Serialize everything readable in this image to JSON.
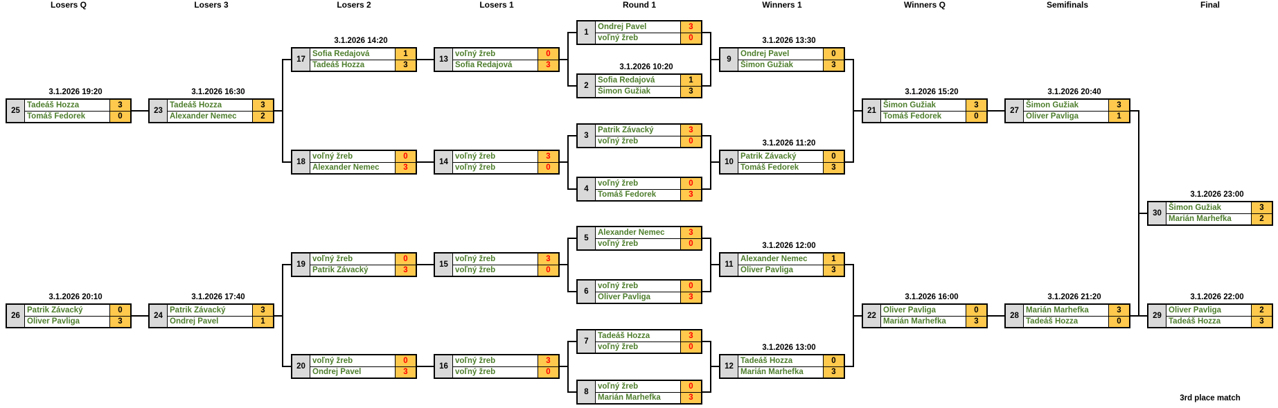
{
  "columns": [
    "Losers Q",
    "Losers 3",
    "Losers 2",
    "Losers 1",
    "Round 1",
    "Winners 1",
    "Winners Q",
    "Semifinals",
    "Final"
  ],
  "footer": {
    "third_place_label": "3rd place match"
  },
  "colors": {
    "player_name": "#4e7e2d",
    "score_background": "#ffc94d",
    "walkover_score": "#ff0000",
    "score_text": "#000000",
    "number_cell": "#d9d9d9",
    "border": "#000000"
  },
  "matches": [
    {
      "id": 1,
      "col": 4,
      "slot": 0,
      "date": "",
      "walkover": true,
      "players": [
        {
          "name": "Ondrej Pavel",
          "score": "3"
        },
        {
          "name": "voľný žreb",
          "score": "0"
        }
      ]
    },
    {
      "id": 2,
      "col": 4,
      "slot": 1,
      "date": "3.1.2026 10:20",
      "walkover": false,
      "players": [
        {
          "name": "Sofia Redajová",
          "score": "1"
        },
        {
          "name": "Šimon Gužiak",
          "score": "3"
        }
      ]
    },
    {
      "id": 3,
      "col": 4,
      "slot": 2,
      "date": "",
      "walkover": true,
      "players": [
        {
          "name": "Patrik Závacký",
          "score": "3"
        },
        {
          "name": "voľný žreb",
          "score": "0"
        }
      ]
    },
    {
      "id": 4,
      "col": 4,
      "slot": 3,
      "date": "",
      "walkover": true,
      "players": [
        {
          "name": "voľný žreb",
          "score": "0"
        },
        {
          "name": "Tomáš Fedorek",
          "score": "3"
        }
      ]
    },
    {
      "id": 5,
      "col": 4,
      "slot": 4,
      "date": "",
      "walkover": true,
      "players": [
        {
          "name": "Alexander Nemec",
          "score": "3"
        },
        {
          "name": "voľný žreb",
          "score": "0"
        }
      ]
    },
    {
      "id": 6,
      "col": 4,
      "slot": 5,
      "date": "",
      "walkover": true,
      "players": [
        {
          "name": "voľný žreb",
          "score": "0"
        },
        {
          "name": "Oliver Pavliga",
          "score": "3"
        }
      ]
    },
    {
      "id": 7,
      "col": 4,
      "slot": 6,
      "date": "",
      "walkover": true,
      "players": [
        {
          "name": "Tadeáš Hozza",
          "score": "3"
        },
        {
          "name": "voľný žreb",
          "score": "0"
        }
      ]
    },
    {
      "id": 8,
      "col": 4,
      "slot": 7,
      "date": "",
      "walkover": true,
      "players": [
        {
          "name": "voľný žreb",
          "score": "0"
        },
        {
          "name": "Marián Marhefka",
          "score": "3"
        }
      ]
    },
    {
      "id": 9,
      "col": 5,
      "slot": 0,
      "date": "3.1.2026 13:30",
      "walkover": false,
      "players": [
        {
          "name": "Ondrej Pavel",
          "score": "0"
        },
        {
          "name": "Šimon Gužiak",
          "score": "3"
        }
      ]
    },
    {
      "id": 10,
      "col": 5,
      "slot": 1,
      "date": "3.1.2026 11:20",
      "walkover": false,
      "players": [
        {
          "name": "Patrik Závacký",
          "score": "0"
        },
        {
          "name": "Tomáš Fedorek",
          "score": "3"
        }
      ]
    },
    {
      "id": 11,
      "col": 5,
      "slot": 2,
      "date": "3.1.2026 12:00",
      "walkover": false,
      "players": [
        {
          "name": "Alexander Nemec",
          "score": "1"
        },
        {
          "name": "Oliver Pavliga",
          "score": "3"
        }
      ]
    },
    {
      "id": 12,
      "col": 5,
      "slot": 3,
      "date": "3.1.2026 13:00",
      "walkover": false,
      "players": [
        {
          "name": "Tadeáš Hozza",
          "score": "0"
        },
        {
          "name": "Marián Marhefka",
          "score": "3"
        }
      ]
    },
    {
      "id": 13,
      "col": 3,
      "slot": 0,
      "date": "",
      "walkover": true,
      "players": [
        {
          "name": "voľný žreb",
          "score": "0"
        },
        {
          "name": "Sofia Redajová",
          "score": "3"
        }
      ]
    },
    {
      "id": 14,
      "col": 3,
      "slot": 1,
      "date": "",
      "walkover": true,
      "players": [
        {
          "name": "voľný žreb",
          "score": "3"
        },
        {
          "name": "voľný žreb",
          "score": "0"
        }
      ]
    },
    {
      "id": 15,
      "col": 3,
      "slot": 2,
      "date": "",
      "walkover": true,
      "players": [
        {
          "name": "voľný žreb",
          "score": "3"
        },
        {
          "name": "voľný žreb",
          "score": "0"
        }
      ]
    },
    {
      "id": 16,
      "col": 3,
      "slot": 3,
      "date": "",
      "walkover": true,
      "players": [
        {
          "name": "voľný žreb",
          "score": "3"
        },
        {
          "name": "voľný žreb",
          "score": "0"
        }
      ]
    },
    {
      "id": 17,
      "col": 2,
      "slot": 0,
      "date": "3.1.2026 14:20",
      "walkover": false,
      "players": [
        {
          "name": "Sofia Redajová",
          "score": "1"
        },
        {
          "name": "Tadeáš Hozza",
          "score": "3"
        }
      ]
    },
    {
      "id": 18,
      "col": 2,
      "slot": 1,
      "date": "",
      "walkover": true,
      "players": [
        {
          "name": "voľný žreb",
          "score": "0"
        },
        {
          "name": "Alexander Nemec",
          "score": "3"
        }
      ]
    },
    {
      "id": 19,
      "col": 2,
      "slot": 2,
      "date": "",
      "walkover": true,
      "players": [
        {
          "name": "voľný žreb",
          "score": "0"
        },
        {
          "name": "Patrik Závacký",
          "score": "3"
        }
      ]
    },
    {
      "id": 20,
      "col": 2,
      "slot": 3,
      "date": "",
      "walkover": true,
      "players": [
        {
          "name": "voľný žreb",
          "score": "0"
        },
        {
          "name": "Ondrej Pavel",
          "score": "3"
        }
      ]
    },
    {
      "id": 21,
      "col": 6,
      "slot": 0,
      "date": "3.1.2026 15:20",
      "walkover": false,
      "players": [
        {
          "name": "Šimon Gužiak",
          "score": "3"
        },
        {
          "name": "Tomáš Fedorek",
          "score": "0"
        }
      ]
    },
    {
      "id": 22,
      "col": 6,
      "slot": 1,
      "date": "3.1.2026 16:00",
      "walkover": false,
      "players": [
        {
          "name": "Oliver Pavliga",
          "score": "0"
        },
        {
          "name": "Marián Marhefka",
          "score": "3"
        }
      ]
    },
    {
      "id": 23,
      "col": 1,
      "slot": 0,
      "date": "3.1.2026 16:30",
      "walkover": false,
      "players": [
        {
          "name": "Tadeáš Hozza",
          "score": "3"
        },
        {
          "name": "Alexander Nemec",
          "score": "2"
        }
      ]
    },
    {
      "id": 24,
      "col": 1,
      "slot": 1,
      "date": "3.1.2026 17:40",
      "walkover": false,
      "players": [
        {
          "name": "Patrik Závacký",
          "score": "3"
        },
        {
          "name": "Ondrej Pavel",
          "score": "1"
        }
      ]
    },
    {
      "id": 25,
      "col": 0,
      "slot": 0,
      "date": "3.1.2026 19:20",
      "walkover": false,
      "players": [
        {
          "name": "Tadeáš Hozza",
          "score": "3"
        },
        {
          "name": "Tomáš Fedorek",
          "score": "0"
        }
      ]
    },
    {
      "id": 26,
      "col": 0,
      "slot": 1,
      "date": "3.1.2026 20:10",
      "walkover": false,
      "players": [
        {
          "name": "Patrik Závacký",
          "score": "0"
        },
        {
          "name": "Oliver Pavliga",
          "score": "3"
        }
      ]
    },
    {
      "id": 27,
      "col": 7,
      "slot": 0,
      "date": "3.1.2026 20:40",
      "walkover": false,
      "players": [
        {
          "name": "Šimon Gužiak",
          "score": "3"
        },
        {
          "name": "Oliver Pavliga",
          "score": "1"
        }
      ]
    },
    {
      "id": 28,
      "col": 7,
      "slot": 1,
      "date": "3.1.2026 21:20",
      "walkover": false,
      "players": [
        {
          "name": "Marián Marhefka",
          "score": "3"
        },
        {
          "name": "Tadeáš Hozza",
          "score": "0"
        }
      ]
    },
    {
      "id": 29,
      "col": 8,
      "slot": 1,
      "date": "3.1.2026 22:00",
      "walkover": false,
      "players": [
        {
          "name": "Oliver Pavliga",
          "score": "2"
        },
        {
          "name": "Tadeáš Hozza",
          "score": "3"
        }
      ]
    },
    {
      "id": 30,
      "col": 8,
      "slot": 0,
      "date": "3.1.2026 23:00",
      "walkover": false,
      "players": [
        {
          "name": "Šimon Gužiak",
          "score": "3"
        },
        {
          "name": "Marián Marhefka",
          "score": "2"
        }
      ]
    }
  ]
}
